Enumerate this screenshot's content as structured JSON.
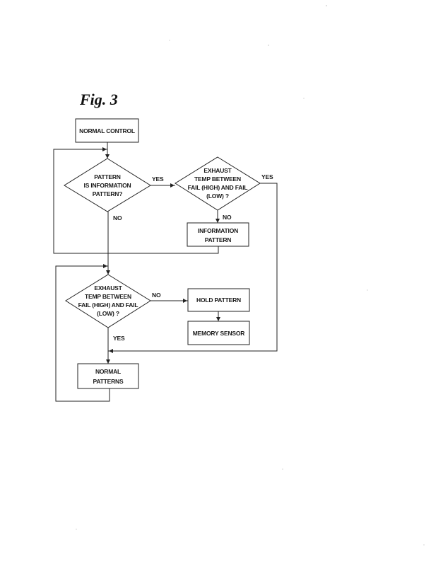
{
  "figure_title": "Fig. 3",
  "nodes": {
    "normal_control": {
      "lines": [
        "NORMAL CONTROL"
      ]
    },
    "decision_info_pattern": {
      "lines": [
        "PATTERN",
        "IS INFORMATION",
        "PATTERN?"
      ]
    },
    "decision_exhaust_1": {
      "lines": [
        "EXHAUST",
        "TEMP BETWEEN",
        "FAIL (HIGH) AND FAIL",
        "(LOW) ?"
      ]
    },
    "information_pattern": {
      "lines": [
        "INFORMATION",
        "PATTERN"
      ]
    },
    "decision_exhaust_2": {
      "lines": [
        "EXHAUST",
        "TEMP BETWEEN",
        "FAIL (HIGH) AND FAIL",
        "(LOW) ?"
      ]
    },
    "hold_pattern": {
      "lines": [
        "HOLD PATTERN"
      ]
    },
    "memory_sensor": {
      "lines": [
        "MEMORY SENSOR"
      ]
    },
    "normal_patterns": {
      "lines": [
        "NORMAL",
        "PATTERNS"
      ]
    }
  },
  "edge_labels": {
    "d1_yes": "YES",
    "d1_no": "NO",
    "d2_yes": "YES",
    "d2_no": "NO",
    "d3_no": "NO",
    "d3_yes": "YES"
  },
  "edges": [
    {
      "from": "normal_control",
      "to": "decision_info_pattern"
    },
    {
      "from": "decision_info_pattern",
      "to": "decision_exhaust_1",
      "label": "YES"
    },
    {
      "from": "decision_info_pattern",
      "to": "decision_exhaust_2",
      "label": "NO"
    },
    {
      "from": "decision_exhaust_1",
      "to": "information_pattern",
      "label": "NO"
    },
    {
      "from": "decision_exhaust_1",
      "to": "normal_patterns",
      "label": "YES"
    },
    {
      "from": "information_pattern",
      "to": "decision_info_pattern"
    },
    {
      "from": "decision_exhaust_2",
      "to": "hold_pattern",
      "label": "NO"
    },
    {
      "from": "decision_exhaust_2",
      "to": "normal_patterns",
      "label": "YES"
    },
    {
      "from": "hold_pattern",
      "to": "memory_sensor"
    },
    {
      "from": "memory_sensor",
      "to": "normal_patterns"
    },
    {
      "from": "normal_patterns",
      "to": "decision_exhaust_2"
    }
  ]
}
